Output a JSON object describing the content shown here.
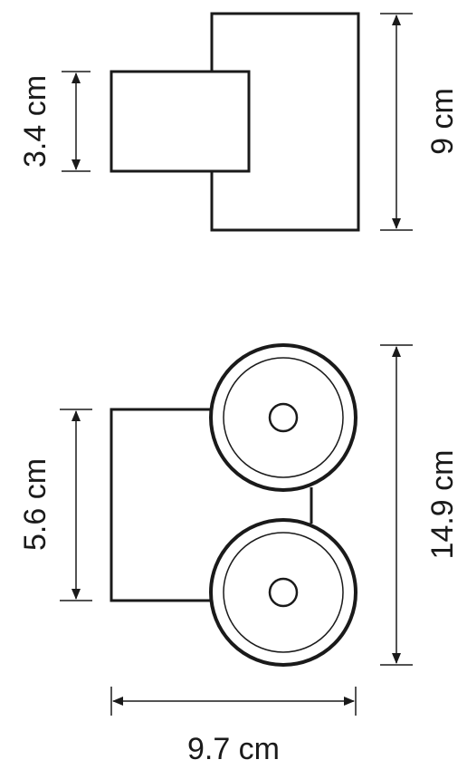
{
  "side_view": {
    "height_dimension": "3.4 cm",
    "total_height_dimension": "9 cm"
  },
  "top_view": {
    "base_dimension": "5.6 cm",
    "total_length_dimension": "14.9 cm",
    "width_dimension": "9.7 cm"
  },
  "colors": {
    "line": "#1a1a1a",
    "background": "#ffffff"
  }
}
